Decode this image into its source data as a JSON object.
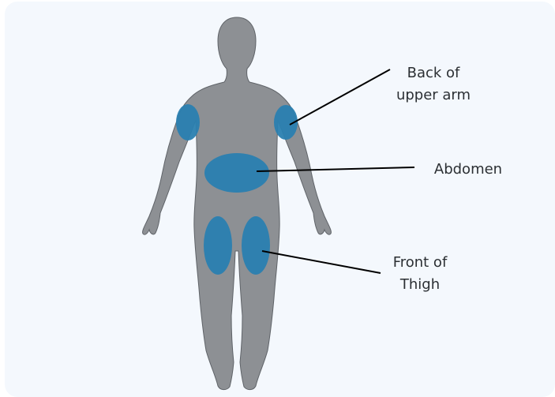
{
  "colors": {
    "panel": "#f4f8fd",
    "body": "#8d9094",
    "body_outline": "#5f6368",
    "site": "#2a7fb0",
    "leader": "#000000"
  },
  "icons": [
    "human-body-silhouette-icon"
  ],
  "labels": {
    "upper_arm_line1": "Back of",
    "upper_arm_line2": "upper arm",
    "abdomen": "Abdomen",
    "thigh_line1": "Front of",
    "thigh_line2": "Thigh"
  }
}
